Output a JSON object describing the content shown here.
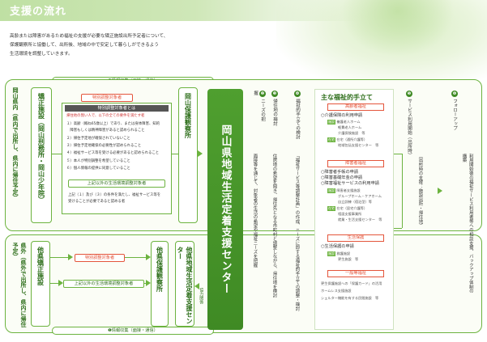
{
  "page": {
    "title": "支援の流れ",
    "intro": [
      "高齢または障害があるため福祉の支援が必要な矯正施設出所予定者について、",
      "保護観察所と協働して、出所後、地域の中で安定して暮らしができるよう",
      "生活環境を調整していきます。"
    ]
  },
  "regions": {
    "okayama": "岡山県内（県内で出所し、県内に帰住予定）",
    "outside": "県外（県外で出所し、県内に帰住予定）"
  },
  "info_bar": "❶情報収集（面接・通信）",
  "info_bar_bottom": "❶情報収集（面接・通信）",
  "okayama": {
    "prison_box": "矯正施設（岡山刑務所・岡山少年院）",
    "probation_box": "岡山保護観察所",
    "special_pill": "特別調整対象者",
    "cond_head": "特別調整対象者とは",
    "cond_sub": [
      "帰住地の無い人で、以下の全ての要件を満たす者",
      "１）高齢（概ね65歳以上）であり、または身体障害、知的",
      "　障害もしくは精神障害があると認められること",
      "２）帰住予定地が確保されていないこと",
      "３）帰住予定地確保の必要性が認められること",
      "４）福祉サービス等を受ける必要があると認められること",
      "５）本人が特別調整を希望していること",
      "６）個人情報の提供に同意していること"
    ],
    "other_pill": "上記以外の生活環境調整対象者",
    "other_note": [
      "上記（１）及び（３）の条件を満たし、福祉サービス等を",
      "受けることが必要であると認める者"
    ]
  },
  "outside": {
    "prison_box": "他県矯正施設",
    "probation_box": "他県保護観察所",
    "center_box": "他県地域生活定着支援センター",
    "special_pill": "特別調整対象者",
    "other_pill": "上記以外の生活環境調整対象者",
    "cooperation": "協力関係"
  },
  "center": "岡山県地域生活定着支援センター",
  "steps": [
    {
      "num": "❷",
      "title": "ニーズの把握",
      "desc": "面接等を通じて、対象者の生活の希望や福祉ニーズを把握"
    },
    {
      "num": "❸",
      "title": "帰住地の検討",
      "desc": "住居地の希望を聞き、帰住先となる市町村と調整しながら、帰住地を検討"
    },
    {
      "num": "❹",
      "title": "福祉的手立ての検討",
      "desc": "「福祉サービス等調整計画」の作成、ニーズに即する福祉的手立ての調整・検討"
    },
    {
      "num": "❺",
      "title": "サービス利用開始（出所時）",
      "desc": "（出所時の支援：施設出所・帰住地）"
    },
    {
      "num": "❻",
      "title": "フォローアップ",
      "desc": "利用開始後の福祉サービス利用者等への相談支援、バックアップ体制の構築"
    }
  ],
  "welfare": {
    "title": "主な福祉的手立て",
    "sections": [
      {
        "head": "高齢者福祉",
        "items": [
          "○介護保険の利用申請"
        ],
        "subs": [
          "養護老人ホーム",
          "軽費老人ホーム",
          "介護保険施設　等",
          "在宅（通所介護等）",
          "地域包括支援センター　等"
        ]
      },
      {
        "head": "障害者福祉",
        "items": [
          "○障害者手帳の申請",
          "○障害基礎年金の申請",
          "○障害福祉サービスの利用申請"
        ],
        "subs": [
          "障害者支援施設",
          "グループホーム・ケアホーム",
          "自立訓練（宿泊型）等",
          "在宅（居宅介護等）",
          "相談支援事業所",
          "就業・生活支援センター　等"
        ]
      },
      {
        "head": "生活保護",
        "items": [
          "○生活保護の申請"
        ],
        "subs": [
          "救護施設",
          "更生施設　等"
        ]
      },
      {
        "head": "一般等福祉",
        "items": [],
        "subs": [
          "更生保護施設への「保護カード」の活用",
          "ホームレス支援施設",
          "シェルター機能を有する民間施設　等"
        ]
      }
    ]
  }
}
